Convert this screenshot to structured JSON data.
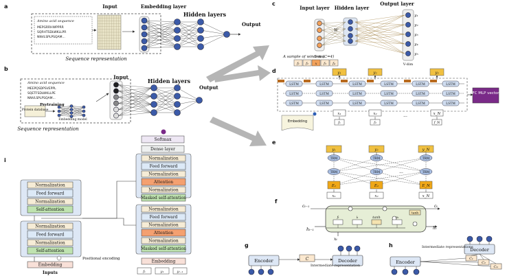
{
  "panels": {
    "a": {
      "letter": "a",
      "input_label": "Input",
      "embedding_label": "Embedding layer",
      "hidden_label": "Hidden layers",
      "output_label": "Output",
      "seq_title": "Amino acid sequence",
      "seq_lines": [
        "MEPGRRHWPPRR",
        "SQRHTSDLWKLLPR",
        "NNVLSPLPSQAM..."
      ],
      "caption": "Sequence representation"
    },
    "b": {
      "letter": "b",
      "input_label": "Input",
      "hidden_label": "Hidden layers",
      "output_label": "Output",
      "seq_title": "Amino acid sequence",
      "seq_lines": [
        "MEEPQSDPSVEPPL",
        "SQETFSDLWKLLPE",
        "NNVLSPLPSQAM..."
      ],
      "pretraining": "Pretraining",
      "protein_db": "Protein database",
      "embed_model": "Embedding model",
      "caption": "Sequence representation"
    },
    "c": {
      "letter": "c",
      "input_label": "Input layer",
      "hidden_label": "Hidden layer",
      "output_label": "Output layer",
      "weight": "W",
      "vdim_left": "V-dim",
      "vdim_right": "V-dim",
      "window_caption": "A sample of window (C=4)",
      "window_cells": [
        "f₁",
        "f₂",
        "x",
        "f₃",
        "f₄"
      ],
      "outputs": [
        "y₁",
        "y₂",
        "y₃",
        "y₄",
        "y₅"
      ]
    },
    "d": {
      "letter": "d",
      "outputs": [
        "y₁",
        "y₂",
        "y₃"
      ],
      "inputs": [
        "x₁",
        "x₂",
        "x_N"
      ],
      "tokens": [
        "f₁",
        "f₂",
        "f_N"
      ],
      "cell_label": "LSTM",
      "fc_label": "FC MLP vector",
      "emb_label": "Embedding"
    },
    "e": {
      "letter": "e",
      "outputs": [
        "y₁",
        "y₂",
        "y_N"
      ],
      "inputs": [
        "x₁",
        "x₂",
        "x_N"
      ],
      "emb": [
        "E₁",
        "E₂",
        "E_N"
      ],
      "cell_label": "TRM"
    },
    "f": {
      "letter": "f",
      "c_prev": "cₜ₋₁",
      "c_next": "cₜ",
      "h_prev": "hₜ₋₁",
      "h_next": "hₜ",
      "x": "xₜ",
      "gates": [
        "fₜ",
        "iₜ",
        "tanh",
        "oₜ"
      ],
      "tanh": "tanh"
    },
    "g": {
      "letter": "g",
      "encoder": "Encoder",
      "decoder": "Decoder",
      "c": "C",
      "rep_label": "Intermediate representation"
    },
    "h": {
      "letter": "h",
      "encoder": "Encoder",
      "decoder": "Decoder",
      "rep_label": "Intermediate representations",
      "c_cells": [
        "C₁",
        "C₂",
        "Cₘ"
      ]
    },
    "i": {
      "letter": "i",
      "softmax": "Softmax",
      "dense": "Dense layer",
      "normalization": "Normalization",
      "feed_forward": "Feed forward",
      "attention": "Attention",
      "masked_attention": "Masked self-attention",
      "self_attention": "Self-attention",
      "positional": "Positional encoding",
      "embedding": "Embedding",
      "inputs": "Inputs",
      "token_inputs": [
        "f₁",
        "y₁",
        "yₜ₋₁"
      ]
    }
  }
}
